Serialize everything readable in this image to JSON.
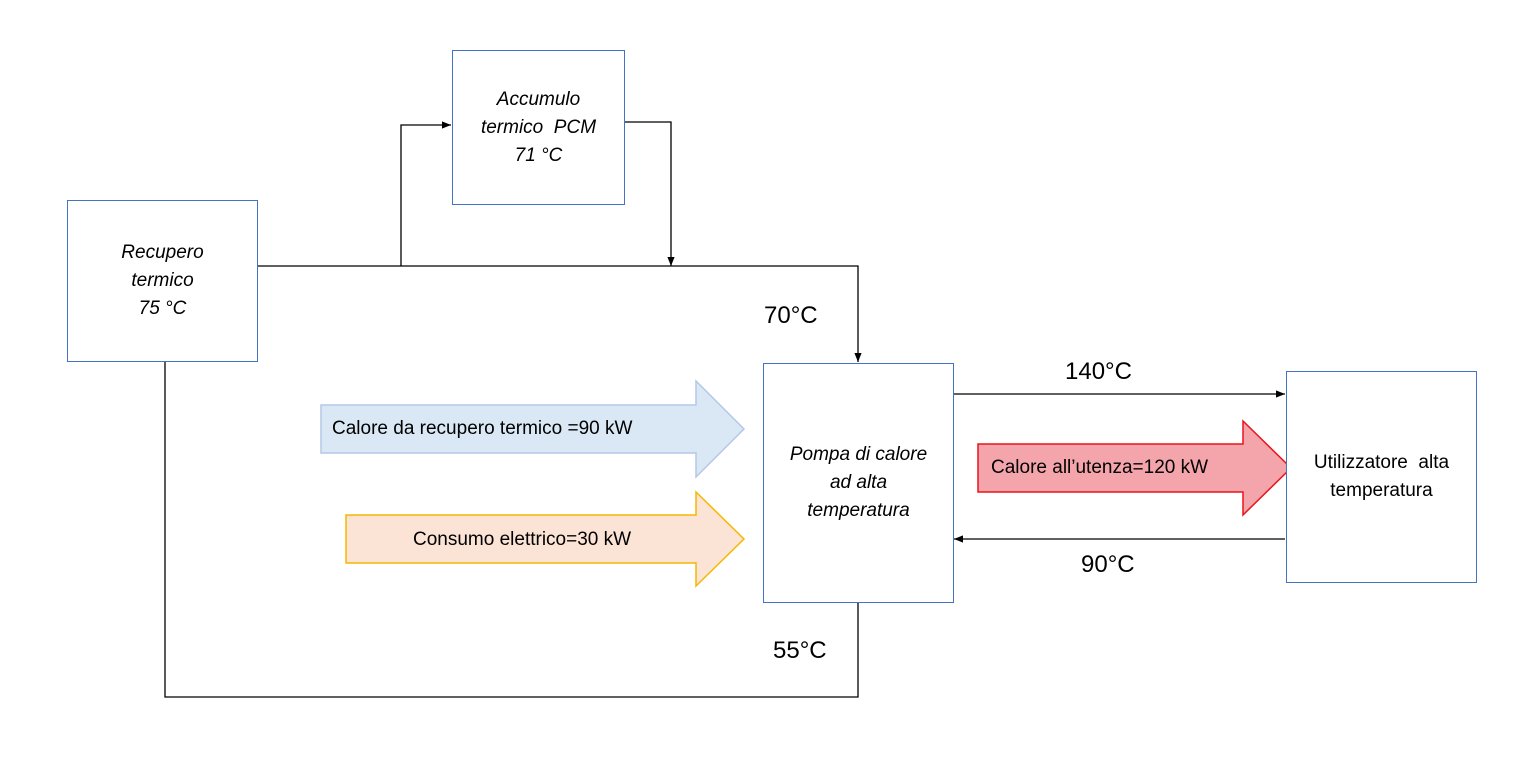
{
  "boxes": {
    "recupero": {
      "line1": "Recupero",
      "line2": "termico",
      "line3": "75 °C"
    },
    "accumulo": {
      "line1": "Accumulo",
      "line2": "termico  PCM",
      "line3": "71 °C"
    },
    "pompa": {
      "line1": "Pompa di calore",
      "line2": "ad alta",
      "line3": "temperatura"
    },
    "utilizzatore": {
      "line1": "Utilizzatore  alta",
      "line2": "temperatura"
    }
  },
  "temperatures": {
    "t70": "70°C",
    "t140": "140°C",
    "t90": "90°C",
    "t55": "55°C"
  },
  "arrows": {
    "calore_recupero": {
      "label": "Calore da recupero termico =90 kW",
      "fill": "#dae8f5",
      "stroke": "#b4c7e7"
    },
    "consumo": {
      "label": "Consumo elettrico=30 kW",
      "fill": "#fbe3d5",
      "stroke": "#f5b800"
    },
    "calore_utenza": {
      "label": "Calore all’utenza=120 kW",
      "fill": "#f4a5ab",
      "stroke": "#e8141b"
    }
  },
  "colors": {
    "box_border": "#4472c4",
    "line": "#000000"
  }
}
